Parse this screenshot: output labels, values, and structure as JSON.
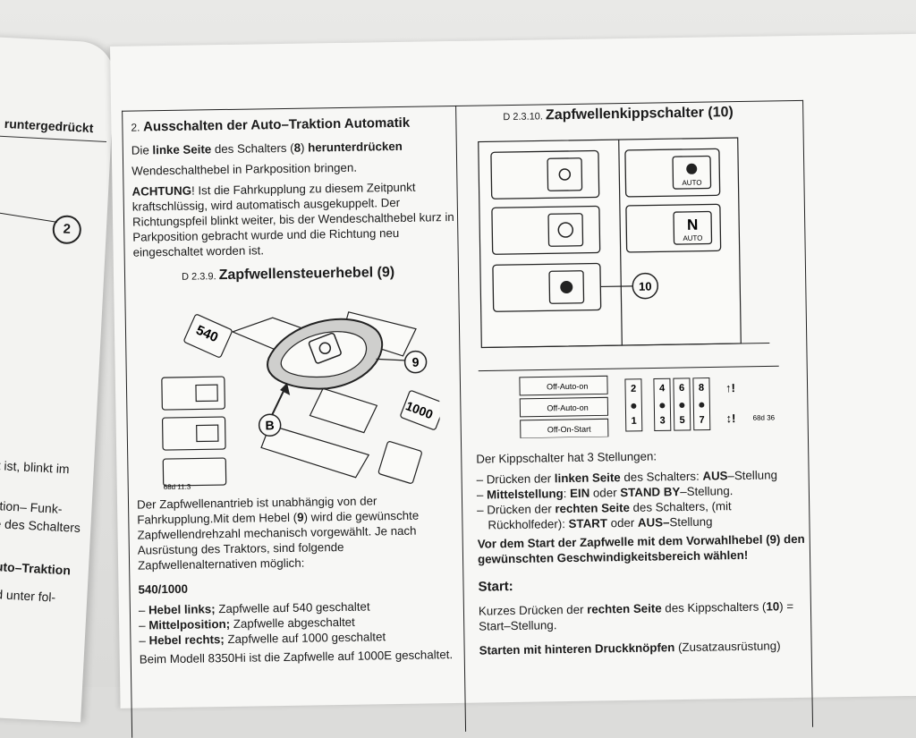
{
  "left_page": {
    "lines": [
      "runtergedrückt",
      "ft ist, blinkt im",
      "ktion– Funk-",
      "e des Schalters",
      "uto–Traktion",
      "d unter fol-"
    ],
    "callout": "2"
  },
  "left_column": {
    "heading_num": "2.",
    "heading": "Ausschalten der Auto–Traktion Automatik",
    "p1_a": "Die ",
    "p1_b": "linke Seite",
    "p1_c": " des Schalters (",
    "p1_d": "8",
    "p1_e": ") ",
    "p1_f": "herunterdrücken",
    "p2": "Wendeschalthebel in Parkposition bringen.",
    "p3_a": "ACHTUNG",
    "p3_b": "! Ist die Fahrkupplung zu diesem Zeitpunkt kraftschlüssig, wird automatisch ausgekuppelt. Der Richtungspfeil blinkt weiter, bis der Wendeschalthebel kurz in Parkposition gebracht wurde und die Richtung neu eingeschaltet worden ist.",
    "section_num": "D 2.3.9.",
    "section_title": "Zapfwellensteuerhebel (9)",
    "fig": {
      "label_540": "540",
      "label_1000": "1000",
      "callout_9": "9",
      "callout_b": "B",
      "fig_id": "68d 11,3"
    },
    "p4_a": "Der Zapfwellenantrieb ist unabhängig von der Fahrkupplung.Mit dem Hebel (",
    "p4_b": "9",
    "p4_c": ") wird die gewünschte Zapfwellendrehzahl mechanisch vorgewählt. Je nach Ausrüstung des Traktors, sind folgende Zapfwellenalternativen möglich:",
    "subhead": "540/1000",
    "items": [
      {
        "bold": "Hebel links;",
        "text": " Zapfwelle auf 540 geschaltet"
      },
      {
        "bold": "Mittelposition;",
        "text": " Zapfwelle abgeschaltet"
      },
      {
        "bold": "Hebel rechts;",
        "text": " Zapfwelle auf 1000 geschaltet"
      }
    ],
    "p5": "Beim Modell 8350Hi ist die Zapfwelle auf 1000E geschaltet."
  },
  "right_column": {
    "section_num": "D 2.3.10.",
    "section_title": "Zapfwellenkippschalter (10)",
    "fig": {
      "auto_1": "AUTO",
      "n_letter": "N",
      "auto_2": "AUTO",
      "callout_10": "10",
      "row1": "Off-Auto-on",
      "row2": "Off-Auto-on",
      "row3": "Off-On-Start",
      "fig_id": "68d 36",
      "nums": [
        "2",
        "4",
        "6",
        "8",
        "1",
        "3",
        "5",
        "7"
      ]
    },
    "p1": "Der Kippschalter hat 3 Stellungen:",
    "items": [
      {
        "a": "Drücken der ",
        "b": "linken Seite",
        "c": " des Schalters: ",
        "d": "AUS",
        "e": "–Stellung"
      },
      {
        "a": "",
        "b": "Mittelstellung",
        "c": ": ",
        "d": "EIN",
        "e": " oder ",
        "f": "STAND BY",
        "g": "–Stellung."
      },
      {
        "a": "Drücken der ",
        "b": "rechten Seite",
        "c": " des Schalters, (mit Rückholfeder): ",
        "d": "START",
        "e": " oder ",
        "f": "AUS–",
        "g": "Stellung"
      }
    ],
    "bold_note": "Vor dem Start der Zapfwelle mit dem Vorwahlhebel (9) den gewünschten Geschwindigkeitsbereich wählen!",
    "start_head": "Start:",
    "start_a": "Kurzes Drücken der ",
    "start_b": "rechten Seite",
    "start_c": " des Kippschalters (",
    "start_d": "10",
    "start_e": ") = Start–Stellung.",
    "last_a": "Starten mit hinteren Druckknöpfen",
    "last_b": " (Zusatzausrüstung)"
  }
}
